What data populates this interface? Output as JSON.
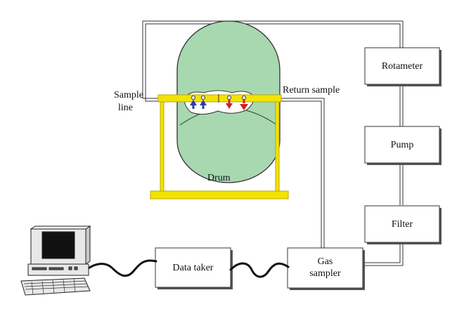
{
  "labels": {
    "sample_line_1": "Sample",
    "sample_line_2": "line",
    "return_sample": "Return sample",
    "drum": "Drum",
    "rotameter": "Rotameter",
    "pump": "Pump",
    "filter": "Filter",
    "data_taker": "Data taker",
    "gas_sampler_1": "Gas",
    "gas_sampler_2": "sampler"
  },
  "colors": {
    "drum_fill": "#a8d8b0",
    "stand": "#f3e300",
    "stand_edge": "#b8a800",
    "line": "#333333",
    "box_shadow": "#555555",
    "arrow_blue": "#2c3fa8",
    "arrow_red": "#d42020"
  },
  "icons": {
    "computer": "desktop-computer-icon",
    "sampling_points": "sampling-nozzle-icon"
  }
}
